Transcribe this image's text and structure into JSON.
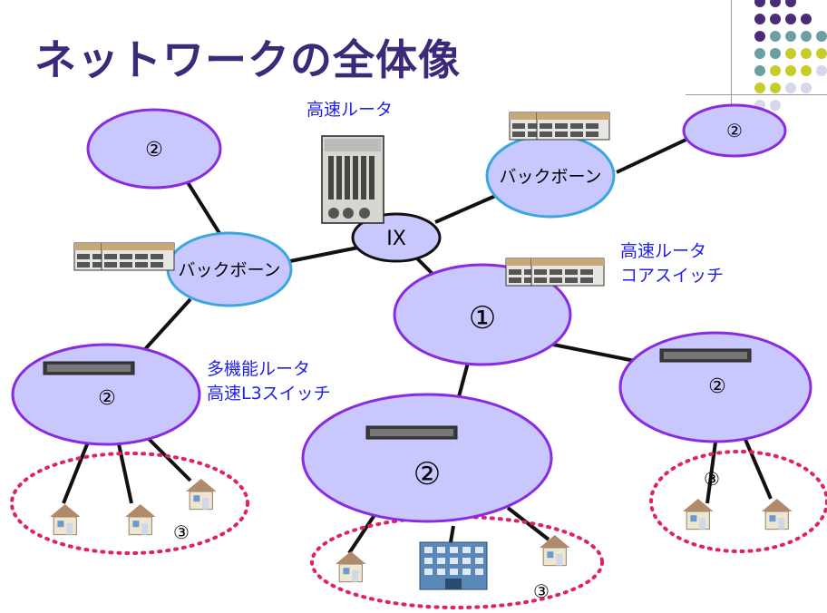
{
  "title": "ネットワークの全体像",
  "labels": {
    "fast_router_top": "高速ルータ",
    "fast_router_right_1": "高速ルータ",
    "fast_router_right_2": "コアスイッチ",
    "multi_router_1": "多機能ルータ",
    "multi_router_2": "高速L3スイッチ"
  },
  "nodes": {
    "ix": "IX",
    "core": "①",
    "backbone": "バックボーン",
    "region": "②",
    "local": "③"
  },
  "colors": {
    "title": "#3a2a78",
    "node_fill": "#c8c8ff",
    "node_stroke": "#8a2be2",
    "backbone_stroke": "#3aa8e0",
    "label": "#2020e8",
    "dashed": "#e0206a",
    "dot_purple": "#4b2a7a",
    "dot_teal": "#6aa0a0",
    "dot_olive": "#c8cc2a",
    "dot_lavender": "#d6d6ec"
  }
}
